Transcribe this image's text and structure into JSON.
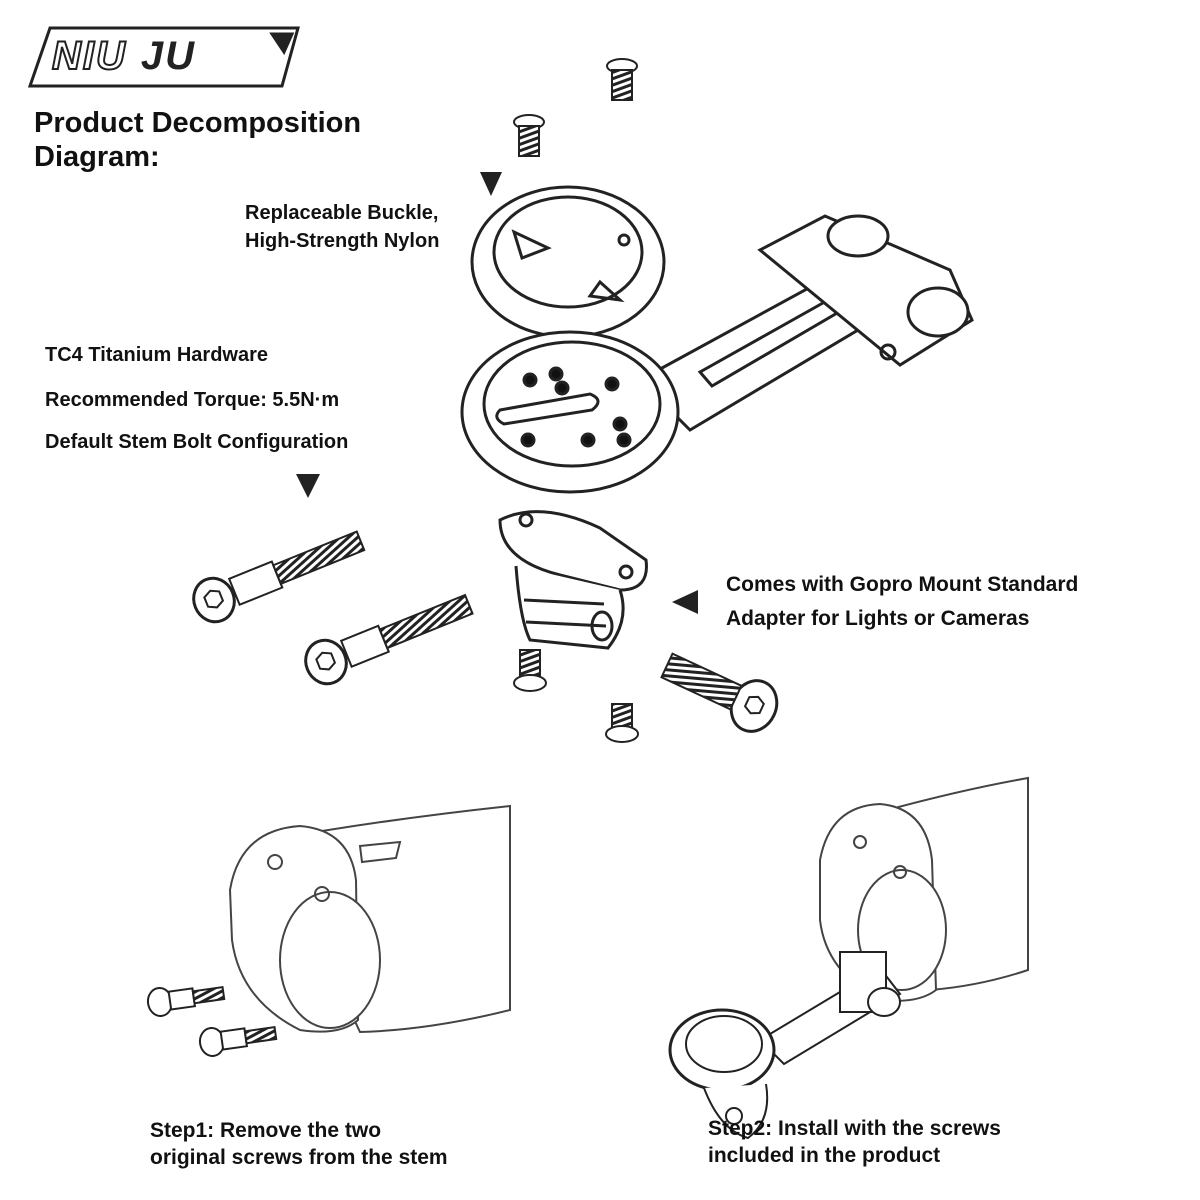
{
  "logo": {
    "text_a": "NIU",
    "text_b": "JU"
  },
  "title": {
    "line1": "Product Decomposition",
    "line2": "Diagram:"
  },
  "labels": {
    "buckle_line1": "Replaceable Buckle,",
    "buckle_line2": "High-Strength Nylon",
    "tc4": "TC4 Titanium Hardware",
    "torque": "Recommended Torque: 5.5N·m",
    "bolt": "Default Stem Bolt Configuration",
    "gopro_line1": "Comes with Gopro Mount Standard",
    "gopro_line2": "Adapter for Lights or Cameras"
  },
  "steps": {
    "step1_line1": "Step1: Remove the two",
    "step1_line2": "original screws from the stem",
    "step2_line1": "Step2: Install with the screws",
    "step2_line2": "included in the product"
  },
  "colors": {
    "line": "#222222",
    "fill": "#ffffff",
    "dot": "#111111",
    "background": "#ffffff"
  }
}
